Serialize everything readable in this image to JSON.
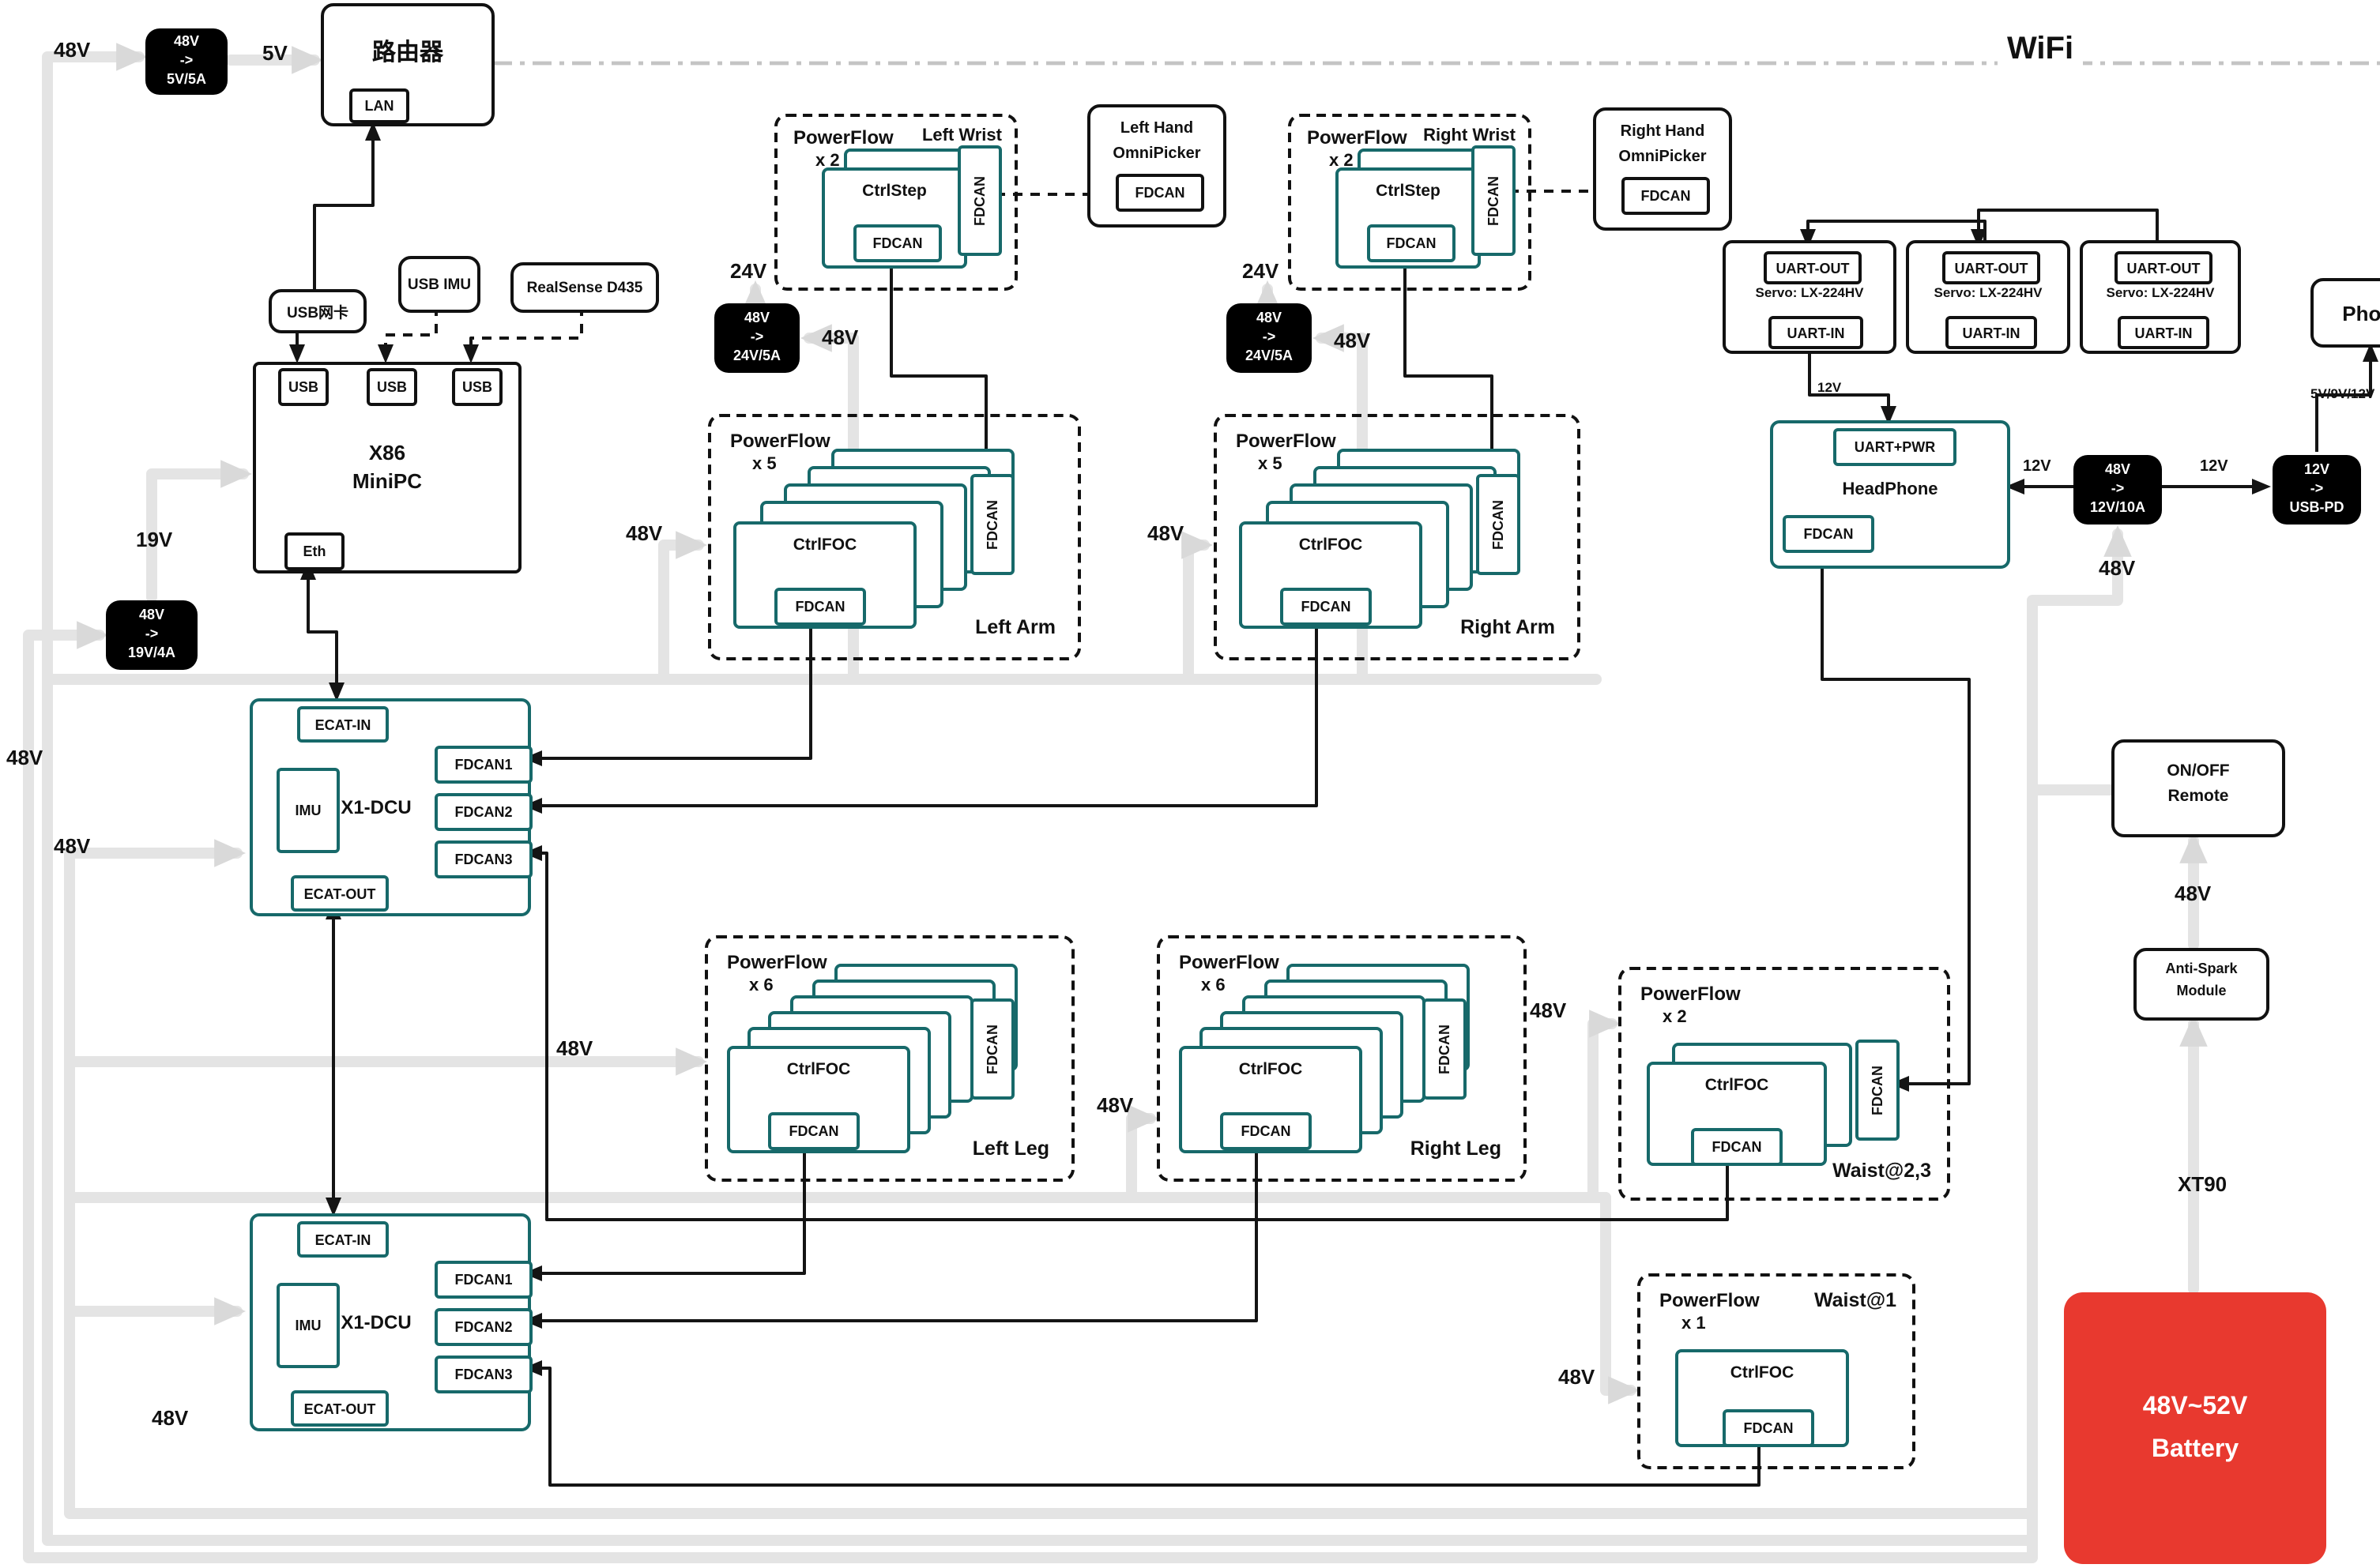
{
  "labels": {
    "wifi": "WiFi",
    "v48": "48V",
    "v24": "24V",
    "v19": "19V",
    "v12": "12V",
    "v5": "5V",
    "v5912": "5V/9V/12V",
    "xt90": "XT90"
  },
  "ports": {
    "lan": "LAN",
    "usb": "USB",
    "eth": "Eth",
    "imu": "IMU",
    "ecat_in": "ECAT-IN",
    "ecat_out": "ECAT-OUT",
    "fdcan": "FDCAN",
    "fdcan1": "FDCAN1",
    "fdcan2": "FDCAN2",
    "fdcan3": "FDCAN3",
    "uart_out": "UART-OUT",
    "uart_in": "UART-IN"
  },
  "router": {
    "title": "路由器"
  },
  "devices": {
    "usbnic": "USB网卡",
    "usbimu": "USB IMU",
    "realsense": "RealSense D435"
  },
  "minipc": {
    "l1": "X86",
    "l2": "MiniPC"
  },
  "dcu": {
    "title": "X1-DCU"
  },
  "converters": {
    "c5": [
      "48V",
      "->",
      "5V/5A"
    ],
    "c19": [
      "48V",
      "->",
      "19V/4A"
    ],
    "c24": [
      "48V",
      "->",
      "24V/5A"
    ],
    "c12": [
      "48V",
      "->",
      "12V/10A"
    ],
    "cpd": [
      "12V",
      "->",
      "USB-PD"
    ]
  },
  "clusters": {
    "left_wrist": {
      "pf": "PowerFlow",
      "count": "x 2",
      "name": "Left Wrist",
      "ctrl": "CtrlStep"
    },
    "right_wrist": {
      "pf": "PowerFlow",
      "count": "x 2",
      "name": "Right Wrist",
      "ctrl": "CtrlStep"
    },
    "left_arm": {
      "pf": "PowerFlow",
      "count": "x 5",
      "name": "Left Arm",
      "ctrl": "CtrlFOC"
    },
    "right_arm": {
      "pf": "PowerFlow",
      "count": "x 5",
      "name": "Right Arm",
      "ctrl": "CtrlFOC"
    },
    "left_leg": {
      "pf": "PowerFlow",
      "count": "x 6",
      "name": "Left Leg",
      "ctrl": "CtrlFOC"
    },
    "right_leg": {
      "pf": "PowerFlow",
      "count": "x 6",
      "name": "Right Leg",
      "ctrl": "CtrlFOC"
    },
    "waist23": {
      "pf": "PowerFlow",
      "count": "x 2",
      "name": "Waist@2,3",
      "ctrl": "CtrlFOC"
    },
    "waist1": {
      "pf": "PowerFlow",
      "count": "x 1",
      "name": "Waist@1",
      "ctrl": "CtrlFOC"
    }
  },
  "hands": {
    "left": {
      "l1": "Left Hand",
      "l2": "OmniPicker"
    },
    "right": {
      "l1": "Right Hand",
      "l2": "OmniPicker"
    }
  },
  "servo": {
    "name": "Servo: LX-224HV"
  },
  "headphone": {
    "name": "HeadPhone",
    "uart": "UART+PWR"
  },
  "phone": {
    "label": "Phone"
  },
  "remote": {
    "l1": "ON/OFF",
    "l2": "Remote"
  },
  "antispark": {
    "l1": "Anti-Spark",
    "l2": "Module"
  },
  "battery": {
    "l1": "48V~52V",
    "l2": "Battery"
  }
}
